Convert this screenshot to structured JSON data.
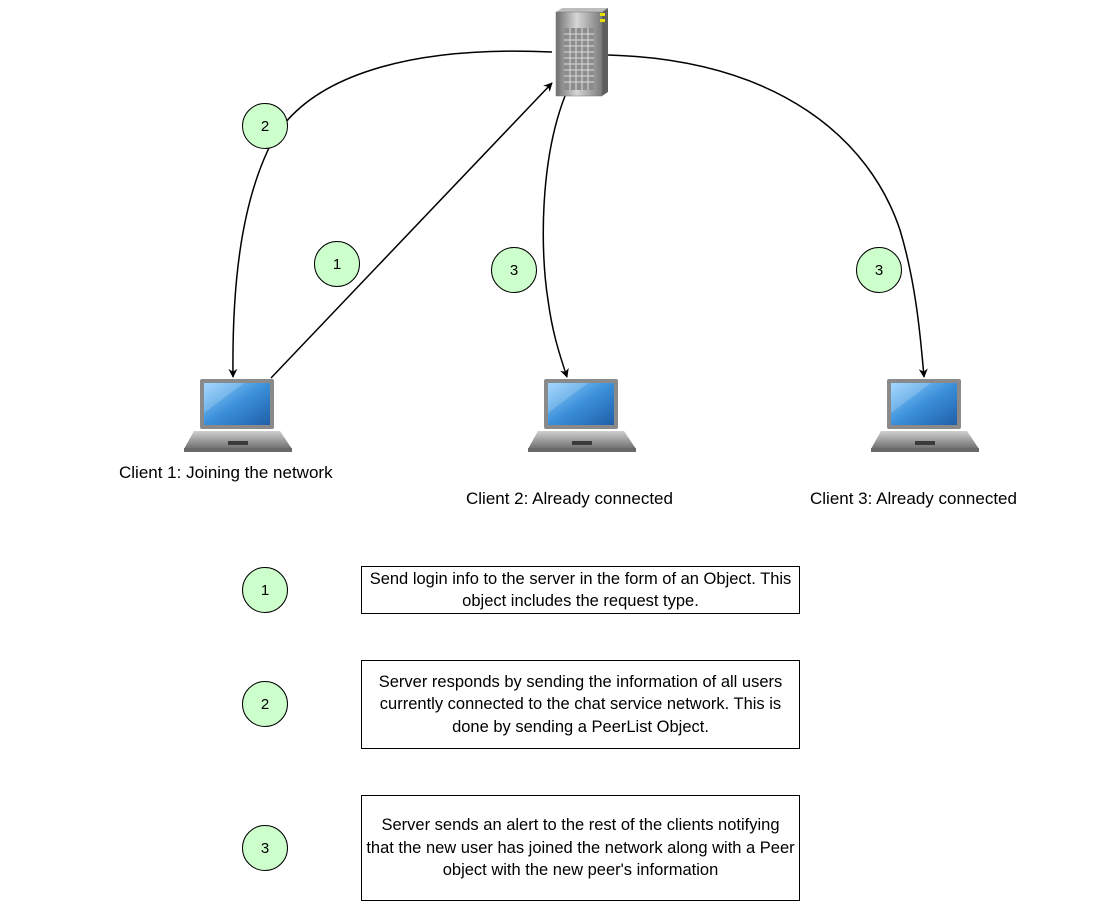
{
  "nodes": {
    "server": {
      "name": "server"
    },
    "client1": {
      "label": "Client 1: Joining the network"
    },
    "client2": {
      "label": "Client 2: Already connected"
    },
    "client3": {
      "label": "Client 3: Already connected"
    }
  },
  "steps": {
    "step1": "1",
    "step2": "2",
    "step3": "3"
  },
  "legend": [
    {
      "number": "1",
      "text": "Send login info to the server in the form of an Object. This object includes the request type."
    },
    {
      "number": "2",
      "text": "Server responds by sending the information of all users currently connected to the chat service network. This is done by sending a PeerList Object."
    },
    {
      "number": "3",
      "text": "Server sends an alert to the rest of the clients notifying that the new user has joined the network along with a Peer object with the new peer's information"
    }
  ],
  "colors": {
    "badge_fill": "#ccffcc",
    "screen_blue": "#3b8fd9",
    "laptop_gray": "#8a8a8a",
    "server_gray": "#9a9a9a"
  },
  "icons": {
    "server": "server-tower-icon",
    "client": "laptop-icon"
  }
}
